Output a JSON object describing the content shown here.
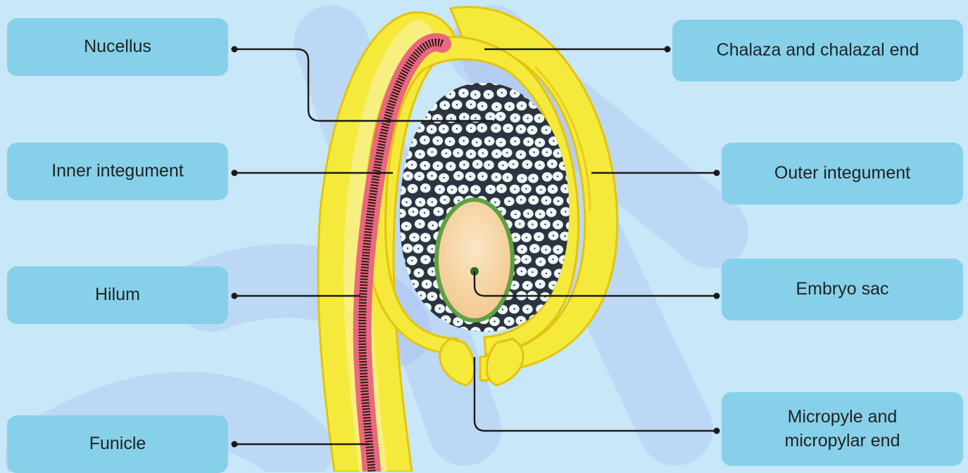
{
  "diagram": {
    "labels": {
      "nucellus": "Nucellus",
      "inner_integument": "Inner integument",
      "hilum": "Hilum",
      "funicle": "Funicle",
      "chalaza": "Chalaza and chalazal end",
      "outer_integument": "Outer integument",
      "embryo_sac": "Embryo sac",
      "micropyle_line1": "Micropyle and",
      "micropyle_line2": "micropylar end"
    },
    "colors": {
      "background": "#c8e7f8",
      "label_box": "#86d0ea",
      "integument_yellow": "#f5ea3c",
      "integument_outline": "#e3c40c",
      "funicle_vessel": "#e9687e",
      "nucellus_cells": "#eef6f6",
      "embryo_sac_wall": "#5fa043",
      "embryo_sac_fill": "#f6d9aa",
      "leader_line": "#1a1a1a",
      "watermark": "#7f7fe0"
    }
  }
}
